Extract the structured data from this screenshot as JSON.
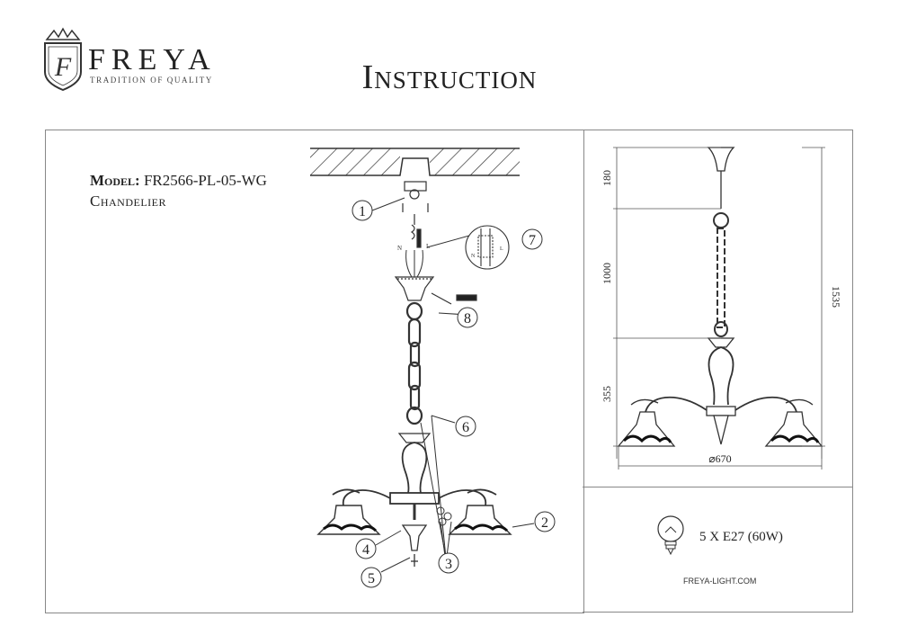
{
  "brand": {
    "name": "FREYA",
    "tagline": "TRADITION OF QUALITY",
    "logo_letter": "F"
  },
  "title": "Instruction",
  "model": {
    "label": "Model:",
    "code": "FR2566-PL-05-WG",
    "type": "Chandelier"
  },
  "callouts": [
    "1",
    "2",
    "3",
    "4",
    "5",
    "6",
    "7",
    "8"
  ],
  "wiring_labels": {
    "neutral": "N",
    "live": "L"
  },
  "dimensions": {
    "canopy": "180",
    "chain": "1000",
    "body": "355",
    "total": "1535",
    "diameter": "⌀670"
  },
  "spec": {
    "bulbs": "5 X E27 (60W)"
  },
  "website": "FREYA-LIGHT.COM"
}
